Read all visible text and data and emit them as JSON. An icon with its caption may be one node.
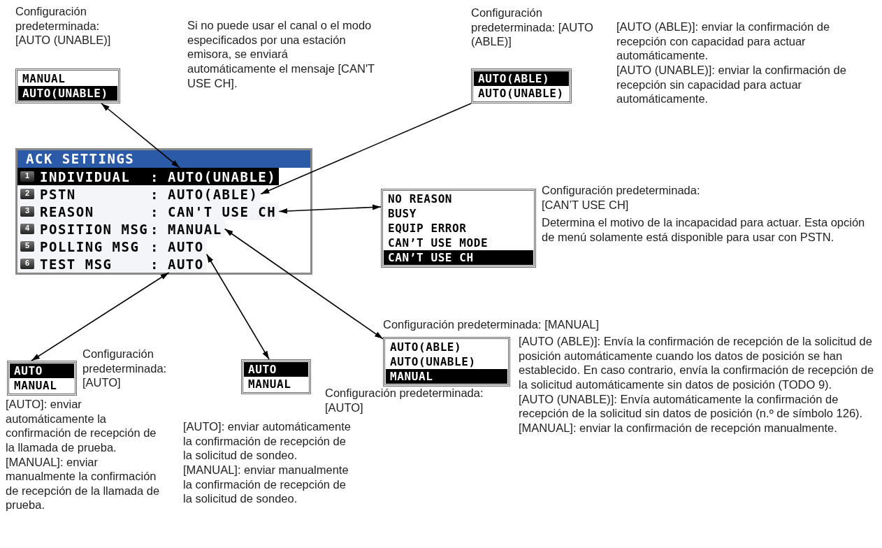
{
  "diagram": {
    "nodes": [
      {
        "text": [
          "ACK SETTINGS"
        ]
      },
      {
        "text": [
          "1",
          "INDIVIDUAL",
          ":",
          "AUTO(UNABLE)"
        ],
        "in": 0
      },
      {
        "text": [
          "2",
          "PSTN",
          ":",
          "AUTO(ABLE)"
        ],
        "in": 0
      },
      {
        "text": [
          "3",
          "REASON",
          ":",
          "CAN'T USE CH"
        ],
        "in": 0
      },
      {
        "text": [
          "4",
          "POSITION MSG",
          ":",
          "MANUAL"
        ],
        "in": 0
      },
      {
        "text": [
          "5",
          "POLLING MSG",
          ":",
          "AUTO"
        ],
        "in": 0
      },
      {
        "text": [
          "6",
          "TEST MSG",
          ":",
          "AUTO"
        ],
        "in": 0
      },
      {
        "text": [],
        "shape": "box",
        "beside": [
          "Configuración predeterminada: [AUTO (UNABLE)]"
        ]
      },
      {
        "text": [
          "MANUAL"
        ],
        "in": 7
      },
      {
        "text": [
          "AUTO(UNABLE)"
        ],
        "in": 7
      },
      {
        "text": [],
        "shape": "box",
        "beside": [
          "Configuración predeterminada: [AUTO (ABLE)]",
          "[AUTO (ABLE)]: enviar la confirmación de recepción con capacidad para actuar automáticamente.",
          "[AUTO (UNABLE)]: enviar la confirmación de recepción sin capacidad para actuar automáticamente."
        ]
      },
      {
        "text": [
          "AUTO(ABLE)"
        ],
        "in": 10
      },
      {
        "text": [
          "AUTO(UNABLE)"
        ],
        "in": 10
      },
      {
        "text": [],
        "shape": "box",
        "beside": [
          "Configuración predeterminada: [CAN’T USE CH]",
          "Determina el motivo de la incapacidad para actuar. Esta opción de menú solamente está disponible para usar con PSTN."
        ]
      },
      {
        "text": [
          "NO REASON"
        ],
        "in": 13
      },
      {
        "text": [
          "BUSY"
        ],
        "in": 13
      },
      {
        "text": [
          "EQUIP ERROR"
        ],
        "in": 13
      },
      {
        "text": [
          "CAN’T USE MODE"
        ],
        "in": 13
      },
      {
        "text": [
          "CAN’T USE CH"
        ],
        "in": 13
      },
      {
        "text": [],
        "shape": "box",
        "beside": [
          "Configuración predeterminada: [MANUAL]",
          "[AUTO (ABLE)]: Envía la confirmación de recepción de la solicitud de posición automáticamente cuando los datos de posición se han establecido. En caso contrario, envía la confirmación de recepción de la solicitud automáticamente sin datos de posición (TODO 9).",
          "[AUTO (UNABLE)]: Envía automáticamente la confirmación de recepción de la solicitud sin datos de posición (n.º de símbolo 126).",
          "[MANUAL]: enviar la confirmación de recepción manualmente."
        ]
      },
      {
        "text": [
          "AUTO(ABLE)"
        ],
        "in": 19
      },
      {
        "text": [
          "AUTO(UNABLE)"
        ],
        "in": 19
      },
      {
        "text": [
          "MANUAL"
        ],
        "in": 19
      },
      {
        "text": [],
        "shape": "box",
        "beside": [
          "Configuración predeterminada: [AUTO]",
          "[AUTO]: enviar automáticamente la confirmación de recepción de la llamada de prueba.",
          "[MANUAL]: enviar manualmente la confirmación de recepción de la llamada de prueba."
        ]
      },
      {
        "text": [
          "AUTO"
        ],
        "in": 23
      },
      {
        "text": [
          "MANUAL"
        ],
        "in": 23
      },
      {
        "text": [],
        "shape": "box",
        "beside": [
          "Configuración predeterminada: [AUTO]",
          "[AUTO]: enviar automáticamente la confirmación de recepción de la solicitud de sondeo.",
          "[MANUAL]: enviar manualmente la confirmación de recepción de la solicitud de sondeo."
        ]
      },
      {
        "text": [
          "AUTO"
        ],
        "in": 26
      },
      {
        "text": [
          "MANUAL"
        ],
        "in": 26
      }
    ],
    "edges": [
      {
        "from": 1,
        "to": 7,
        "arrow": "both"
      },
      {
        "from": 10,
        "to": 2,
        "arrow": "to"
      },
      {
        "from": 3,
        "to": 13,
        "arrow": "both"
      },
      {
        "from": 4,
        "to": 19,
        "arrow": "both"
      },
      {
        "from": 5,
        "to": 26,
        "arrow": "both"
      },
      {
        "from": 6,
        "to": 23,
        "arrow": "both"
      }
    ],
    "labels": [
      "Si no puede usar el canal o el modo especificados por una estación emisora, se enviará automáticamente el mensaje [CAN'T USE CH]."
    ]
  }
}
